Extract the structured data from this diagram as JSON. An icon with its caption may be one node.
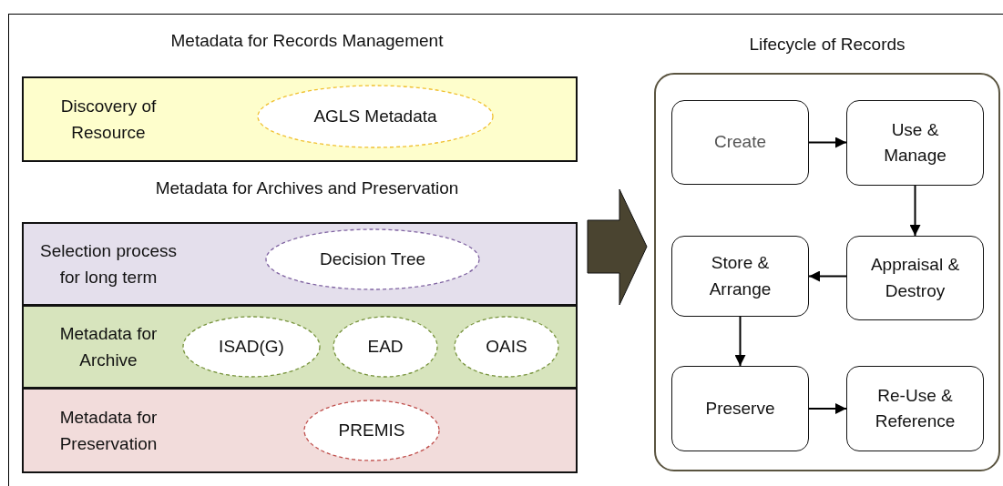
{
  "diagram": {
    "nodes": [
      {
        "text": [
          "Discovery of Resource"
        ]
      },
      {
        "text": [
          "AGLS Metadata"
        ],
        "in": 0
      },
      {
        "text": [
          "Selection process for long term"
        ]
      },
      {
        "text": [
          "Decision Tree"
        ],
        "in": 2
      },
      {
        "text": [
          "Metadata for Archive"
        ]
      },
      {
        "text": [
          "ISAD(G)"
        ],
        "in": 4
      },
      {
        "text": [
          "EAD"
        ],
        "in": 4
      },
      {
        "text": [
          "OAIS"
        ],
        "in": 4
      },
      {
        "text": [
          "Metadata for Preservation"
        ]
      },
      {
        "text": [
          "PREMIS"
        ],
        "in": 8
      },
      {
        "text": [
          "Lifecycle of Records"
        ]
      },
      {
        "text": [
          "Create"
        ],
        "in": 10
      },
      {
        "text": [
          "Use & Manage"
        ],
        "in": 10
      },
      {
        "text": [
          "Appraisal & Destroy"
        ],
        "in": 10
      },
      {
        "text": [
          "Store & Arrange"
        ],
        "in": 10
      },
      {
        "text": [
          "Preserve"
        ],
        "in": 10
      },
      {
        "text": [
          "Re-Use & Reference"
        ],
        "in": 10
      }
    ],
    "edges": [
      {
        "from": null,
        "to": 10,
        "arrow": "to",
        "style": "thick",
        "color": "#4a4430"
      },
      {
        "from": 11,
        "to": 12,
        "arrow": "to"
      },
      {
        "from": 12,
        "to": 13,
        "arrow": "to"
      },
      {
        "from": 13,
        "to": 14,
        "arrow": "to"
      },
      {
        "from": 14,
        "to": 15,
        "arrow": "to"
      },
      {
        "from": 15,
        "to": 16,
        "arrow": "to"
      }
    ],
    "labels": [
      "Metadata for Records Management",
      "Metadata for Archives and Preservation"
    ]
  }
}
